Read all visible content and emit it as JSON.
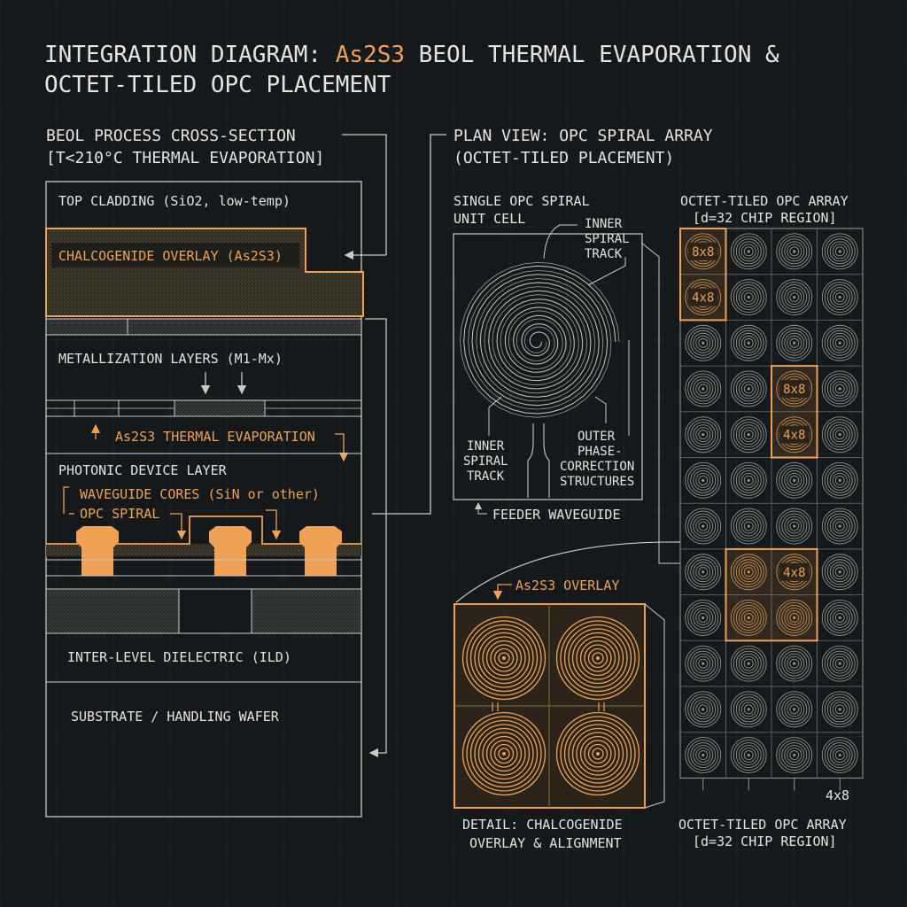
{
  "colors": {
    "background": "#15191b",
    "grid": "#22292c",
    "line": "#c9cac6",
    "text": "#e4e4e1",
    "accent": "#f0a155"
  },
  "title": {
    "line1_a": "INTEGRATION DIAGRAM: ",
    "line1_b": "As2S3",
    "line1_c": " BEOL THERMAL EVAPORATION &",
    "line2": "OCTET-TILED OPC PLACEMENT"
  },
  "cross_section": {
    "heading1": "BEOL PROCESS CROSS-SECTION",
    "heading2": "[T<210°C THERMAL EVAPORATION]",
    "top_cladding": "TOP CLADDING (SiO2, low-temp)",
    "chalcogenide": "CHALCOGENIDE OVERLAY (As2S3)",
    "metallization": "METALLIZATION LAYERS (M1-Mx)",
    "evaporation": "As2S3 THERMAL EVAPORATION",
    "photonic_layer": "PHOTONIC DEVICE LAYER",
    "waveguide_cores": "WAVEGUIDE CORES (SiN or other)",
    "opc_spiral": "OPC SPIRAL",
    "ild": "INTER-LEVEL DIELECTRIC (ILD)",
    "substrate": "SUBSTRATE / HANDLING WAFER"
  },
  "plan_view": {
    "heading1": "PLAN VIEW: OPC SPIRAL ARRAY",
    "heading2": "(OCTET-TILED PLACEMENT)",
    "unit_cell_1": "SINGLE OPC SPIRAL",
    "unit_cell_2": "UNIT CELL",
    "inner_track_top": [
      "INNER",
      "SPIRAL",
      "TRACK"
    ],
    "inner_track_bottom": [
      "INNER",
      "SPIRAL",
      "TRACK"
    ],
    "outer_structures": [
      "OUTER",
      "PHASE-",
      "CORRECTION",
      "STRUCTURES"
    ],
    "feeder": "FEEDER WAVEGUIDE",
    "overlay_label": "As2S3 OVERLAY",
    "detail_1": "DETAIL: CHALCOGENIDE",
    "detail_2": "OVERLAY & ALIGNMENT"
  },
  "array": {
    "heading1": "OCTET-TILED OPC ARRAY",
    "heading2": "[d=32 CHIP REGION]",
    "footer1": "OCTET-TILED OPC ARRAY",
    "footer2": "[d=32 CHIP REGION]",
    "corner_label": "4x8",
    "tile_labels": [
      "8x8",
      "4x8",
      "8x8",
      "4x8",
      "4x8"
    ]
  }
}
